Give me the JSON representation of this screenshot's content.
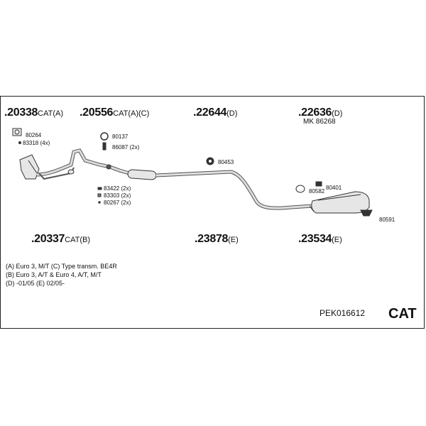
{
  "assemblies": {
    "a1": {
      "num": ".20338",
      "suffix": "CAT(A)"
    },
    "a2": {
      "num": ".20556",
      "suffix": "CAT(A)(C)"
    },
    "a3": {
      "num": ".22644",
      "suffix": "(D)"
    },
    "a4": {
      "num": ".22636",
      "suffix": "(D)"
    },
    "a5": {
      "num": ".20337",
      "suffix": "CAT(B)"
    },
    "a6": {
      "num": ".23878",
      "suffix": "(E)"
    },
    "a7": {
      "num": ".23534",
      "suffix": "(E)"
    }
  },
  "mk_label": "MK  86268",
  "parts": {
    "p80264": "80264",
    "p83318": "83318 (4x)",
    "p80137": "80137",
    "p86087": "86087 (2x)",
    "p80453": "80453",
    "p83422": "83422 (2x)",
    "p83303": "83303 (2x)",
    "p80267": "80267 (2x)",
    "p80582": "80582",
    "p80401": "80401",
    "p80591": "80591"
  },
  "notes": [
    "(A) Euro 3, M/T (C) Type transm. BE4R",
    "(B) Euro 3, A/T & Euro 4, A/T, M/T",
    "(D) -01/05 (E) 02/05-"
  ],
  "code": "PEK016612",
  "badge": "CAT"
}
